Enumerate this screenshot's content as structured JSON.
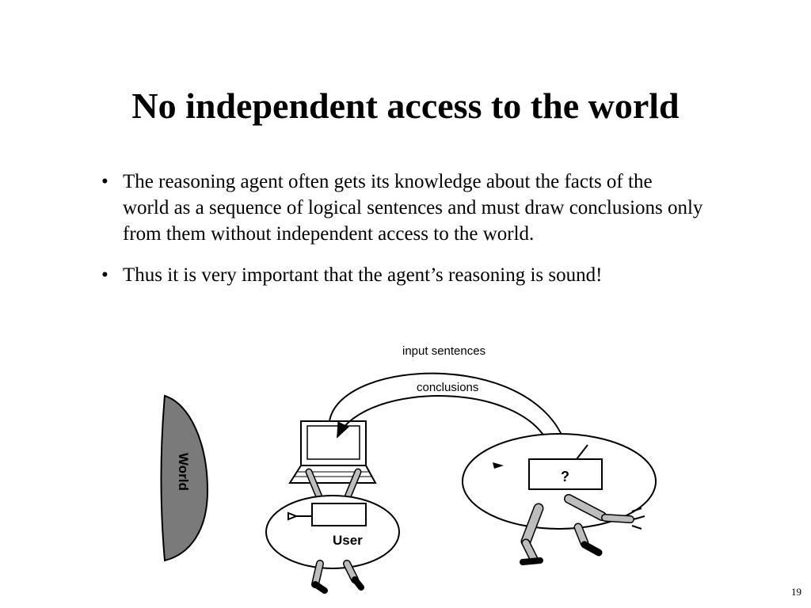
{
  "slide": {
    "title": "No independent access to the world",
    "bullets": [
      "The reasoning agent often gets its knowledge about the facts of the world as a sequence of logical sentences and must draw conclusions only from them without independent access to the world.",
      "Thus it is very important that the agent’s reasoning is sound!"
    ],
    "bullet_glyph": "•",
    "page_number": "19"
  },
  "diagram": {
    "input_label": "input sentences",
    "conclusions_label": "conclusions",
    "world_label": "World",
    "user_label": "User",
    "unknown_mark": "?"
  }
}
